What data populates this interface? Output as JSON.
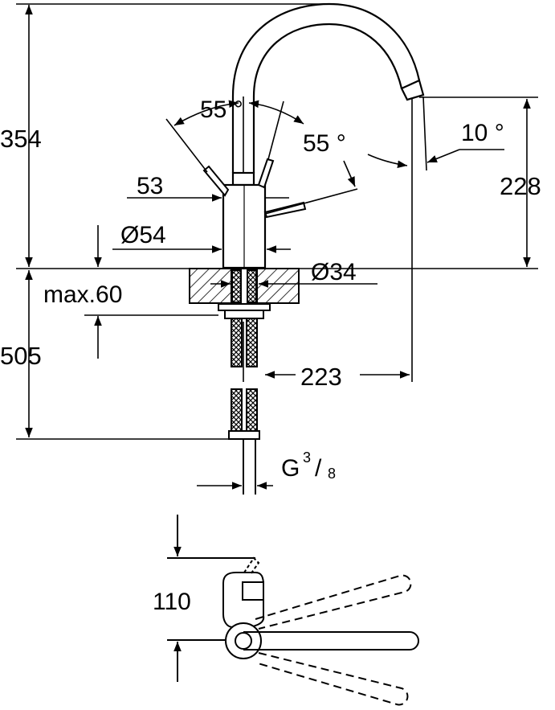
{
  "dimensions": {
    "height_total": "354",
    "below_counter": "505",
    "angle_lever_back": "55 °",
    "angle_lever_front": "55 °",
    "angle_spout": "10 °",
    "spout_height": "228",
    "lever_width": "53",
    "base_diameter": "Ø54",
    "hole_diameter": "Ø34",
    "max_thickness": "max.60",
    "projection": "223",
    "thread_g": "G",
    "thread_num": "3",
    "thread_slash": "/",
    "thread_den": "8",
    "top_view_offset": "110"
  },
  "colors": {
    "line": "#000000",
    "background": "#ffffff"
  }
}
